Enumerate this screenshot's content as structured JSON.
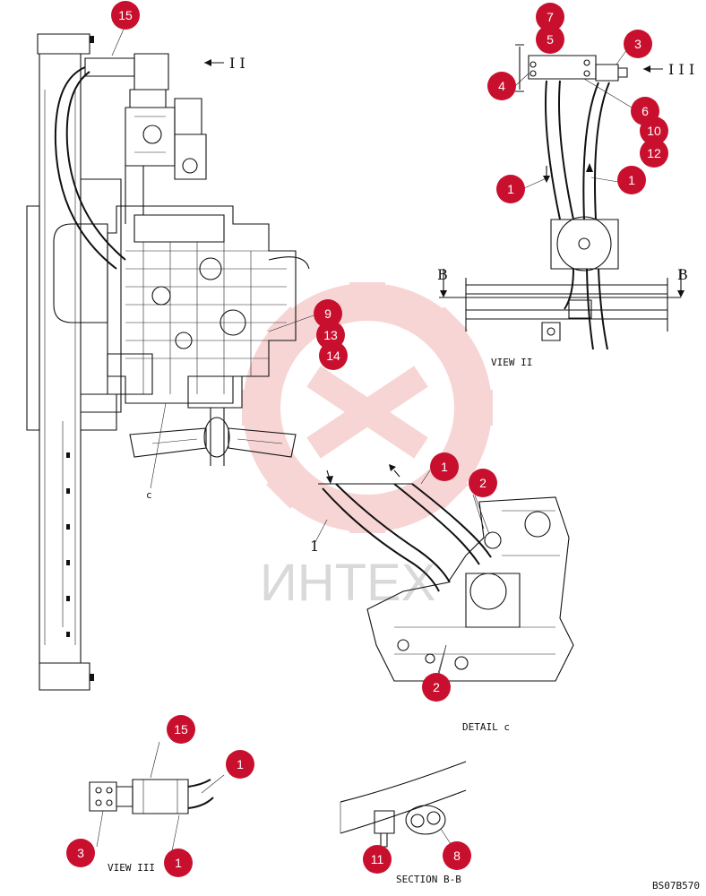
{
  "watermark": {
    "text": "ИНТЕХ",
    "color": "#f2b3b3"
  },
  "callout_color": "#c8102e",
  "labels": {
    "view2_arrow": "I I",
    "view3_arrow": "I I I",
    "section_b_left": "B",
    "section_b_right": "B",
    "view2": "VIEW II",
    "detail_c": "DETAIL c",
    "view3": "VIEW III",
    "section_bb": "SECTION B-B",
    "c_marker": "c",
    "hose_one": "1",
    "drawing_no": "BS07B570"
  },
  "callouts": [
    {
      "id": "c15a",
      "num": "15"
    },
    {
      "id": "c7",
      "num": "7"
    },
    {
      "id": "c5",
      "num": "5"
    },
    {
      "id": "c3a",
      "num": "3"
    },
    {
      "id": "c4",
      "num": "4"
    },
    {
      "id": "c6",
      "num": "6"
    },
    {
      "id": "c10",
      "num": "10"
    },
    {
      "id": "c12",
      "num": "12"
    },
    {
      "id": "c1a",
      "num": "1"
    },
    {
      "id": "c1b",
      "num": "1"
    },
    {
      "id": "c9",
      "num": "9"
    },
    {
      "id": "c13",
      "num": "13"
    },
    {
      "id": "c14",
      "num": "14"
    },
    {
      "id": "c1c",
      "num": "1"
    },
    {
      "id": "c2a",
      "num": "2"
    },
    {
      "id": "c2b",
      "num": "2"
    },
    {
      "id": "c15b",
      "num": "15"
    },
    {
      "id": "c1d",
      "num": "1"
    },
    {
      "id": "c3b",
      "num": "3"
    },
    {
      "id": "c1e",
      "num": "1"
    },
    {
      "id": "c11",
      "num": "11"
    },
    {
      "id": "c8",
      "num": "8"
    }
  ]
}
